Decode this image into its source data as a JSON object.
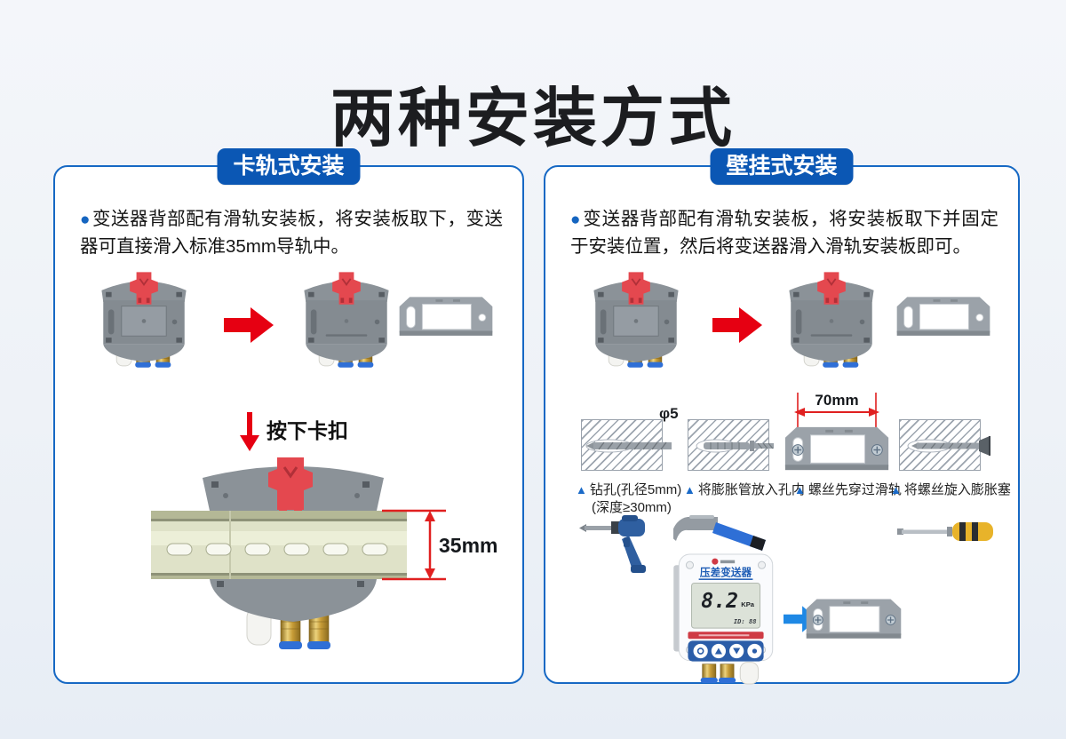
{
  "page": {
    "title": "两种安装方式"
  },
  "colors": {
    "badge_blue": "#0b57b4",
    "panel_border_blue": "#1668c4",
    "bullet_blue": "#1565c0",
    "arrow_red": "#e60012",
    "clip_red": "#e4484f",
    "device_gray": "#8b9298",
    "brass_gold": "#d9b45a",
    "fitting_blue": "#2f6fd6",
    "rail_metal": "#dfe2c8",
    "blue_arrow": "#1e88e5"
  },
  "left": {
    "badge": "卡轨式安装",
    "bullet": "●",
    "desc": "变送器背部配有滑轨安装板，将安装板取下，变送器可直接滑入标准35mm导轨中。",
    "press_label": "按下卡扣",
    "rail_dim": "35mm"
  },
  "right": {
    "badge": "壁挂式安装",
    "bullet": "●",
    "desc": "变送器背部配有滑轨安装板，将安装板取下并固定于安装位置，然后将变送器滑入滑轨安装板即可。",
    "phi": "φ5",
    "dim": "70mm",
    "steps": [
      {
        "marker": "▲",
        "label": "钻孔(孔径5mm)",
        "label2": "(深度≥30mm)"
      },
      {
        "marker": "▲",
        "label": "将膨胀管放入孔内"
      },
      {
        "marker": "▲",
        "label": "螺丝先穿过滑轨"
      },
      {
        "marker": "▲",
        "label": "将螺丝旋入膨胀塞"
      }
    ],
    "device": {
      "title": "压差变送器",
      "lcd_value": "8.2",
      "lcd_unit": "KPa",
      "lcd_id": "ID: 88"
    }
  }
}
